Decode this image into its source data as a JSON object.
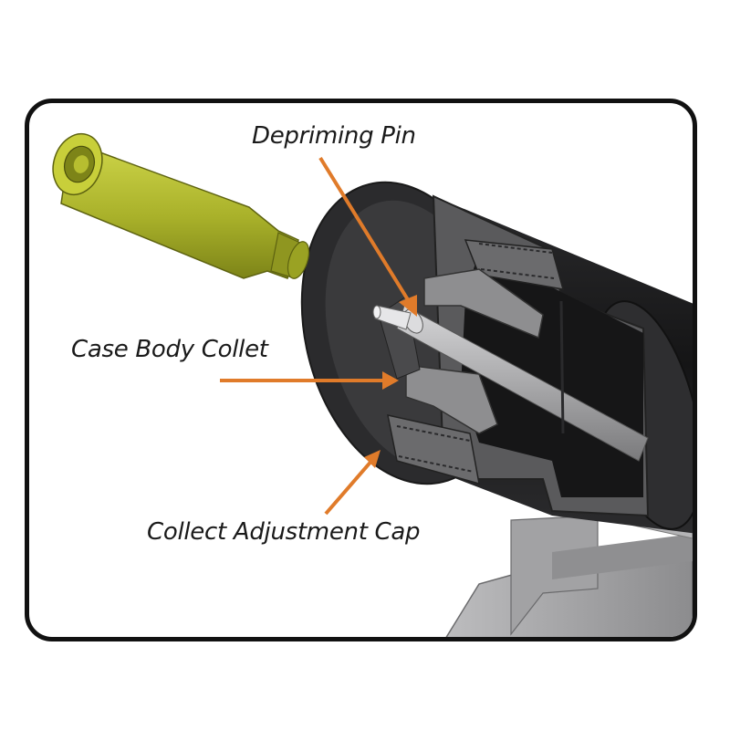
{
  "labels": {
    "depriming_pin": "Depriming Pin",
    "case_body_collet": "Case Body Collet",
    "collect_adjustment_cap": "Collect Adjustment Cap"
  },
  "colors": {
    "arrow": "#e07b2a",
    "brass_case": "#aab228",
    "die_body": "#3d3d3f",
    "cutaway_face": "#5c5c5e",
    "rod": "#a8a8aa",
    "frame_border": "#111111"
  },
  "icons": {
    "cartridge_case": "brass-cartridge-case-icon",
    "die": "sizing-die-cutaway-illustration"
  }
}
